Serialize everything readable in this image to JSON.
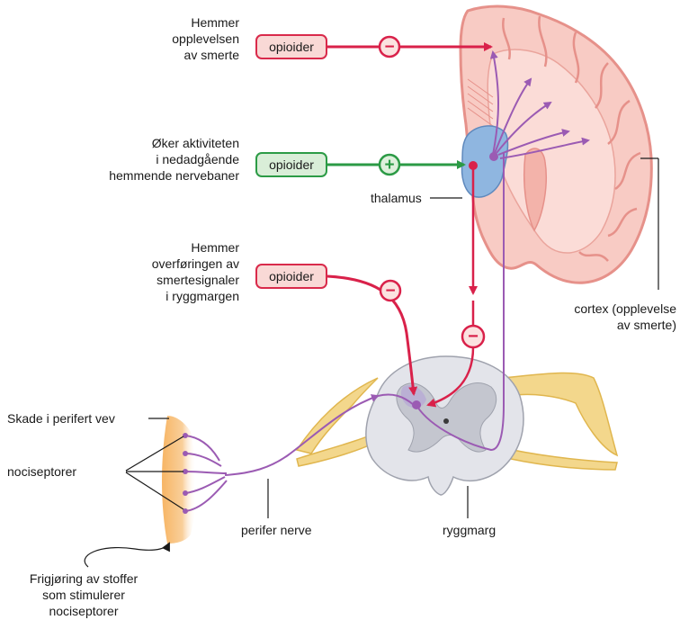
{
  "colors": {
    "inhibit": "#d9214a",
    "excite": "#2b9a45",
    "nerve": "#9b5bb3",
    "cortex_fill": "#f8cbc4",
    "cortex_stroke": "#e6918a",
    "thalamus": "#8fb6e0",
    "tissue": "#f4a64f",
    "spinal_gray": "#c9cbd3",
    "ganglion": "#f3d78c"
  },
  "labels": {
    "effect_cortex": "Hemmer\nopplevelsen\nav smerte",
    "effect_descending": "Øker aktiviteten\ni nedadgående\nhemmende nervebaner",
    "effect_spinal": "Hemmer\noverføringen av\nsmertesignaler\ni ryggmargen",
    "thalamus": "thalamus",
    "cortex": "cortex (opplevelse\nav smerte)",
    "tissue_damage": "Skade i perifert vev",
    "nociceptors": "nociseptorer",
    "release": "Frigjøring av stoffer\nsom stimulerer\nnociseptorer",
    "peripheral_nerve": "perifer nerve",
    "spinal_cord": "ryggmarg"
  },
  "opioid_boxes": [
    {
      "label": "opioider",
      "effect": "inhibit",
      "sign": "−"
    },
    {
      "label": "opioider",
      "effect": "excite",
      "sign": "+"
    },
    {
      "label": "opioider",
      "effect": "inhibit",
      "sign": "−"
    }
  ],
  "descending_sign": "−"
}
